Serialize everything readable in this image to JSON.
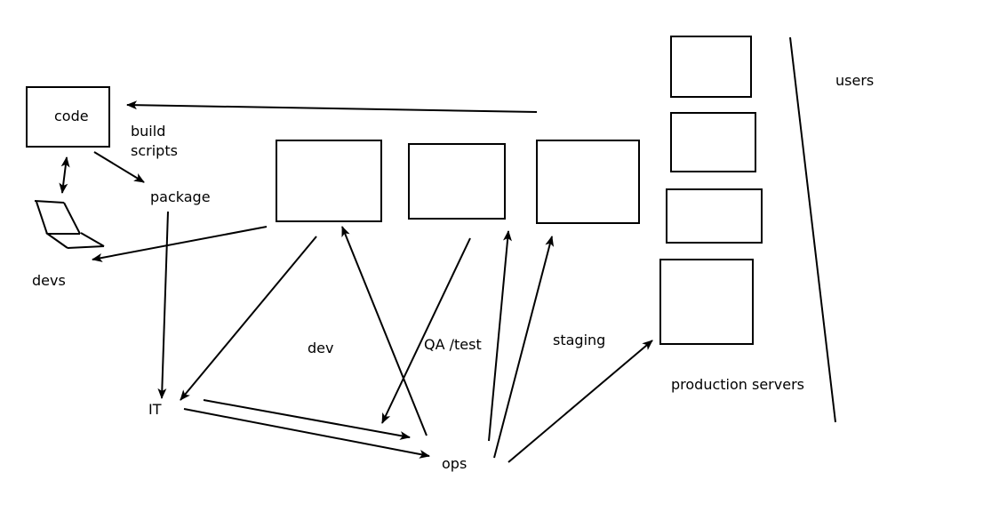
{
  "diagram": {
    "labels": {
      "code": "code",
      "build": "build",
      "scripts": "scripts",
      "package": "package",
      "devs": "devs",
      "dev": "dev",
      "qa": "QA /test",
      "staging": "staging",
      "production": "production servers",
      "users": "users",
      "it": "IT",
      "ops": "ops"
    }
  }
}
